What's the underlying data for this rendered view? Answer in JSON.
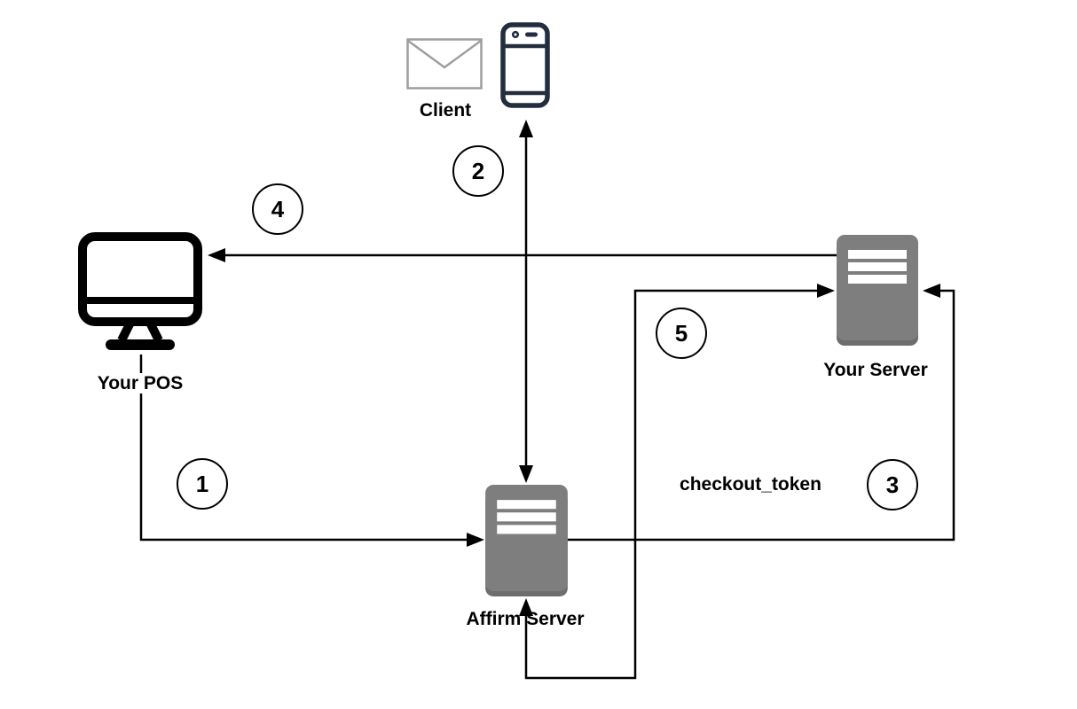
{
  "nodes": {
    "client": {
      "label": "Client",
      "icons": [
        "envelope-icon",
        "smartphone-icon"
      ]
    },
    "pos": {
      "label": "Your POS",
      "icon": "desktop-monitor-icon"
    },
    "your_server": {
      "label": "Your Server",
      "icon": "server-icon"
    },
    "affirm_server": {
      "label": "Affirm Server",
      "icon": "server-icon"
    }
  },
  "annotations": {
    "checkout_token": "checkout_token"
  },
  "steps": [
    "1",
    "2",
    "3",
    "4",
    "5"
  ],
  "colors": {
    "background": "#ffffff",
    "line": "#000000",
    "server_fill": "#7e7e7e",
    "server_fill_dark": "#6d6d6d",
    "server_bars": "#ffffff",
    "phone_stroke": "#222d3e",
    "envelope_stroke": "#9e9e9e",
    "monitor_stroke": "#000000",
    "text": "#000000"
  }
}
